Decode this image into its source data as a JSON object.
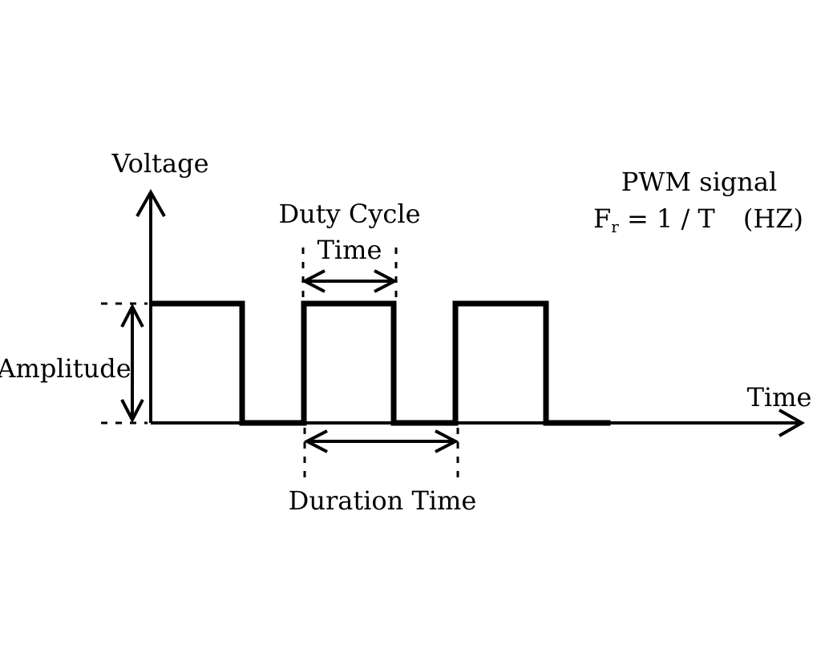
{
  "labels": {
    "y_axis": "Voltage",
    "x_axis": "Time",
    "amplitude": "Amplitude",
    "duty_cycle_line1": "Duty Cycle",
    "duty_cycle_line2": "Time",
    "duration": "Duration Time",
    "signal_title": "PWM signal",
    "formula_f": "F",
    "formula_sub": "r",
    "formula_rest": " = 1 / T",
    "formula_unit": "(HZ)"
  },
  "signal": {
    "type": "PWM",
    "pulses": 3,
    "color": "#000000"
  }
}
